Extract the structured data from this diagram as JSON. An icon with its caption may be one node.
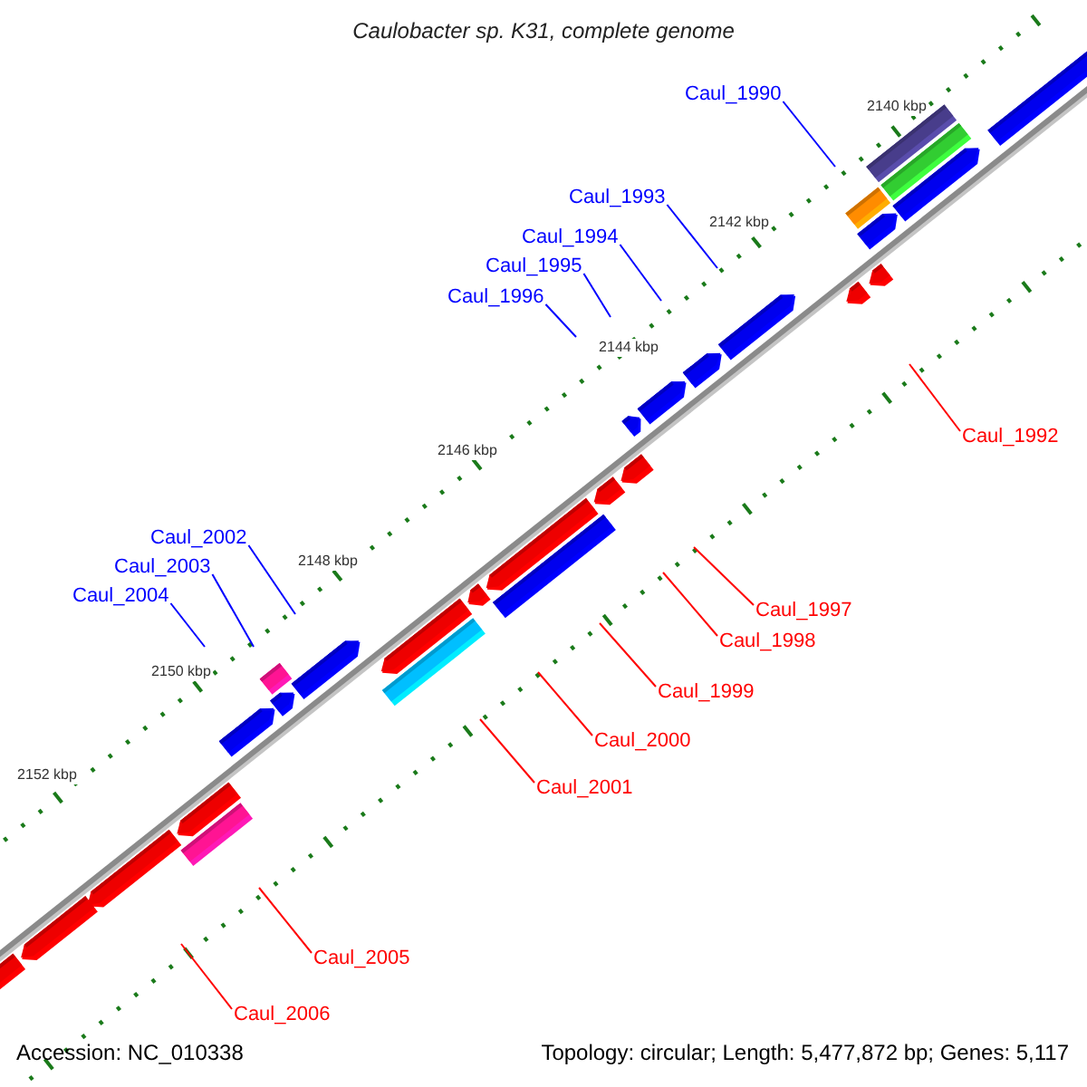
{
  "diagram": {
    "title": "Caulobacter sp. K31, complete genome",
    "nodes": [
      {
        "text": [
          "Caul_1990"
        ]
      },
      {
        "text": [
          "Caul_1993"
        ]
      },
      {
        "text": [
          "Caul_1994"
        ]
      },
      {
        "text": [
          "Caul_1995"
        ]
      },
      {
        "text": [
          "Caul_1996"
        ]
      },
      {
        "text": [
          "Caul_1992"
        ]
      },
      {
        "text": [
          "Caul_2002"
        ]
      },
      {
        "text": [
          "Caul_2003"
        ]
      },
      {
        "text": [
          "Caul_2004"
        ]
      },
      {
        "text": [
          "Caul_1997"
        ]
      },
      {
        "text": [
          "Caul_1998"
        ]
      },
      {
        "text": [
          "Caul_1999"
        ]
      },
      {
        "text": [
          "Caul_2000"
        ]
      },
      {
        "text": [
          "Caul_2001"
        ]
      },
      {
        "text": [
          "Caul_2005"
        ]
      },
      {
        "text": [
          "Caul_2006"
        ]
      }
    ],
    "edges": [
      {
        "from": 0,
        "to": null,
        "arrow": "none",
        "color": "#0000ff"
      },
      {
        "from": 1,
        "to": null,
        "arrow": "none",
        "color": "#0000ff"
      },
      {
        "from": 2,
        "to": null,
        "arrow": "none",
        "color": "#0000ff"
      },
      {
        "from": 3,
        "to": null,
        "arrow": "none",
        "color": "#0000ff"
      },
      {
        "from": 4,
        "to": null,
        "arrow": "none",
        "color": "#0000ff"
      },
      {
        "from": 5,
        "to": null,
        "arrow": "none",
        "color": "#ff0000"
      },
      {
        "from": 6,
        "to": null,
        "arrow": "none",
        "color": "#0000ff"
      },
      {
        "from": 7,
        "to": null,
        "arrow": "none",
        "color": "#0000ff"
      },
      {
        "from": 8,
        "to": null,
        "arrow": "none",
        "color": "#0000ff"
      },
      {
        "from": 9,
        "to": null,
        "arrow": "none",
        "color": "#ff0000"
      },
      {
        "from": 10,
        "to": null,
        "arrow": "none",
        "color": "#ff0000"
      },
      {
        "from": 11,
        "to": null,
        "arrow": "none",
        "color": "#ff0000"
      },
      {
        "from": 12,
        "to": null,
        "arrow": "none",
        "color": "#ff0000"
      },
      {
        "from": 13,
        "to": null,
        "arrow": "none",
        "color": "#ff0000"
      },
      {
        "from": 14,
        "to": null,
        "arrow": "none",
        "color": "#ff0000"
      },
      {
        "from": 15,
        "to": null,
        "arrow": "none",
        "color": "#ff0000"
      }
    ],
    "labels": [
      "2140 kbp",
      "2142 kbp",
      "2144 kbp",
      "2146 kbp",
      "2148 kbp",
      "2150 kbp",
      "2152 kbp",
      "Accession: NC_010338",
      "Topology: circular; Length: 5,477,872 bp; Genes: 5,117"
    ]
  }
}
